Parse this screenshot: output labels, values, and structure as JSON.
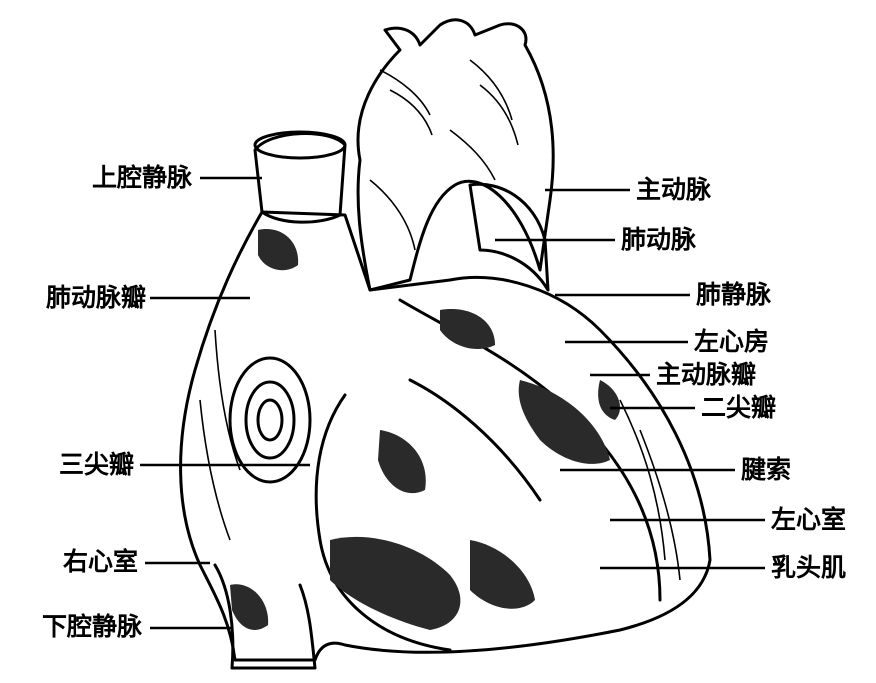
{
  "diagram": {
    "labels_left": [
      {
        "id": "svc",
        "text": "上腔静脉"
      },
      {
        "id": "pv-valve",
        "text": "肺动脉瓣"
      },
      {
        "id": "tricuspid",
        "text": "三尖瓣"
      },
      {
        "id": "rv",
        "text": "右心室"
      },
      {
        "id": "ivc",
        "text": "下腔静脉"
      }
    ],
    "labels_right": [
      {
        "id": "aorta",
        "text": "主动脉"
      },
      {
        "id": "pulm-artery",
        "text": "肺动脉"
      },
      {
        "id": "pulm-vein",
        "text": "肺静脉"
      },
      {
        "id": "la",
        "text": "左心房"
      },
      {
        "id": "aortic-valve",
        "text": "主动脉瓣"
      },
      {
        "id": "mitral",
        "text": "二尖瓣"
      },
      {
        "id": "chordae",
        "text": "腱索"
      },
      {
        "id": "lv",
        "text": "左心室"
      },
      {
        "id": "papillary",
        "text": "乳头肌"
      }
    ]
  },
  "colors": {
    "ink": "#000000",
    "paper": "#ffffff",
    "shade": "#2a2a2a"
  }
}
